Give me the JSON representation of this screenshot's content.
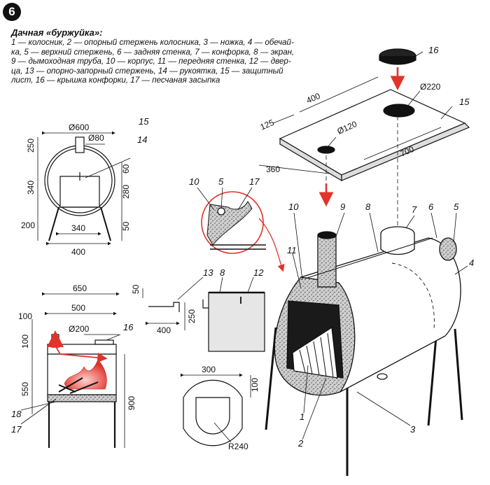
{
  "figure": {
    "number": "6",
    "title": "Дачная «буржуйка»:",
    "legend_lines": [
      "1 — колосник, 2 — опорный стержень колосника, 3 — ножка, 4 — обечай-",
      "ка, 5 — верхний стержень, 6 — задняя стенка, 7 — конфорка, 8 — экран,",
      "9 — дымоходная труба, 10 — корпус, 11 — передняя стенка, 12 — двер-",
      "ца, 13 — опорно-запорный стержень, 14 — рукоятка, 15 — защитный",
      "лист, 16 — крышка конфорки, 17 — песчаная засыпка"
    ]
  },
  "front_view": {
    "dims": {
      "d600": "Ø600",
      "d80": "Ø80",
      "h250": "250",
      "h340": "340",
      "h200": "200",
      "h60": "60",
      "h280": "280",
      "h50": "50",
      "w340": "340",
      "w400": "400"
    },
    "labels": {
      "p15": "15",
      "p14": "14"
    }
  },
  "side_view": {
    "dims": {
      "w650": "650",
      "w500": "500",
      "d200": "Ø200",
      "h100a": "100",
      "h100b": "100",
      "h550": "550",
      "h900": "900"
    },
    "labels": {
      "p16": "16",
      "p18": "18",
      "p17": "17"
    }
  },
  "door_view": {
    "dims": {
      "h50": "50",
      "w400": "400",
      "h250": "250"
    },
    "labels": {
      "p13": "13",
      "p8": "8",
      "p12": "12"
    }
  },
  "grate_view": {
    "dims": {
      "w300": "300",
      "h100": "100",
      "r240": "R240"
    }
  },
  "detail_view": {
    "labels": {
      "p10": "10",
      "p5": "5",
      "p17": "17"
    }
  },
  "shield_view": {
    "dims": {
      "d220": "Ø220",
      "w400": "400",
      "w125": "125",
      "d120": "Ø120",
      "w700": "700",
      "w360": "360"
    },
    "labels": {
      "p16": "16",
      "p15": "15"
    }
  },
  "main_view": {
    "labels": {
      "p10": "10",
      "p9": "9",
      "p8": "8",
      "p7": "7",
      "p6": "6",
      "p5": "5",
      "p4": "4",
      "p11": "11",
      "p1": "1",
      "p2": "2",
      "p3": "3"
    }
  },
  "colors": {
    "accent_red": "#e0332a",
    "ink": "#111111",
    "fill_gray": "#bdbdbd"
  }
}
